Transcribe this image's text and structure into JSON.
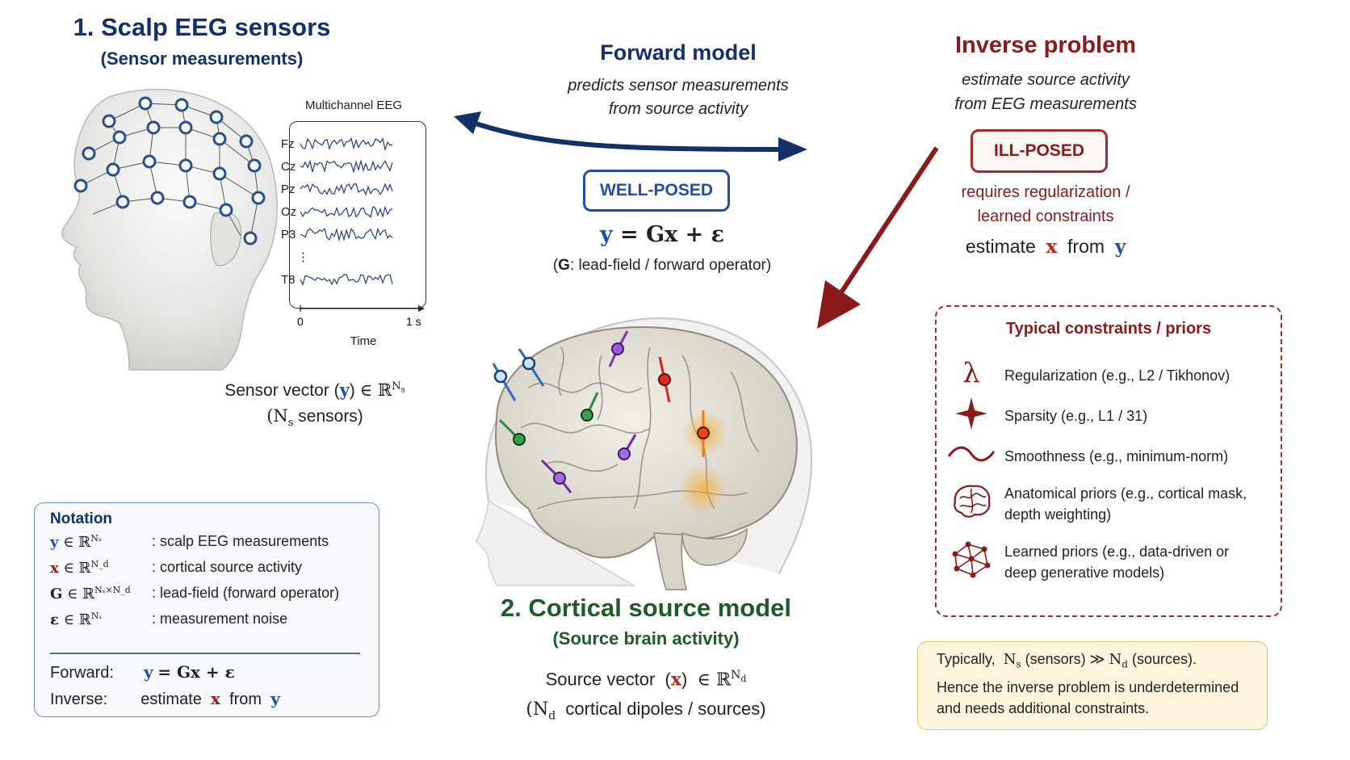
{
  "section1": {
    "title": "1. Scalp EEG sensors",
    "subtitle": "(Sensor measurements)"
  },
  "eeg": {
    "title": "Multichannel EEG",
    "channels": [
      "Fz",
      "Cz",
      "Pz",
      "Oz",
      "P3",
      "⋮",
      "T8"
    ],
    "axis_start": "0",
    "axis_end": "1 s",
    "axis_label": "Time"
  },
  "sensor_vector": {
    "label": "Sensor vector",
    "symbol": "y",
    "space": "∈ ℝ",
    "superscript": "N",
    "superscript_sub": "s",
    "count_prefix": "(N",
    "count_sub": "s",
    "count_suffix": "sensors)"
  },
  "forward": {
    "title": "Forward model",
    "desc_line1": "predicts sensor measurements",
    "desc_line2": "from source activity",
    "badge": "WELL-POSED",
    "equation_y": "y",
    "equation_rest": "= Gx + ε",
    "g_prefix": "(",
    "g_symbol": "G",
    "g_suffix": ": lead-field / forward operator)"
  },
  "inverse": {
    "title": "Inverse problem",
    "desc_line1": "estimate source activity",
    "desc_line2": "from EEG measurements",
    "badge": "ILL-POSED",
    "req_line1": "requires regularization /",
    "req_line2": "learned constraints",
    "est_word": "estimate",
    "est_x": "x",
    "est_from": "from",
    "est_y": "y"
  },
  "notation": {
    "title": "Notation",
    "rows": [
      {
        "sym": "y",
        "space": "∈ ℝ",
        "sup": "Nₛ",
        "desc": ": scalp EEG measurements"
      },
      {
        "sym": "x",
        "space": "∈ ℝ",
        "sup": "N_d",
        "desc": ": cortical source activity"
      },
      {
        "sym": "G",
        "space": "∈ ℝ",
        "sup": "Nₛ×N_d",
        "desc": ": lead-field (forward operator)"
      },
      {
        "sym": "ε",
        "space": "∈ ℝ",
        "sup": "Nₛ",
        "desc": ": measurement noise"
      }
    ],
    "forward_label": "Forward:",
    "forward_y": "y",
    "forward_eq": "= Gx + ε",
    "inverse_label": "Inverse:",
    "inverse_est": "estimate",
    "inverse_x": "x",
    "inverse_from": "from",
    "inverse_y": "y"
  },
  "section2": {
    "title": "2. Cortical source model",
    "subtitle": "(Source brain activity)",
    "vec_label": "Source vector",
    "vec_symbol": "x",
    "vec_space": "∈ ℝ",
    "vec_sup": "N",
    "vec_sup_sub": "d",
    "count_prefix": "(N",
    "count_sub": "d",
    "count_suffix": "cortical dipoles / sources)"
  },
  "constraints": {
    "title": "Typical constraints / priors",
    "items": [
      {
        "icon": "lambda-icon",
        "line1": "Regularization (e.g., L2 / Tikhonov)",
        "line2": ""
      },
      {
        "icon": "sparsity-star-icon",
        "line1": "Sparsity (e.g., L1 / 31)",
        "line2": ""
      },
      {
        "icon": "wave-icon",
        "line1": "Smoothness (e.g., minimum-norm)",
        "line2": ""
      },
      {
        "icon": "brain-icon",
        "line1": "Anatomical priors (e.g., cortical mask,",
        "line2": "depth weighting)"
      },
      {
        "icon": "network-icon",
        "line1": "Learned priors (e.g., data-driven or",
        "line2": "deep generative models)"
      }
    ]
  },
  "note": {
    "prefix": "Typically,",
    "ns": "N",
    "ns_sub": "s",
    "sensors": "(sensors) ≫",
    "nd": "N",
    "nd_sub": "d",
    "sources": "(sources).",
    "line2": "Hence the inverse problem is underdetermined",
    "line3": "and needs additional constraints."
  },
  "colors": {
    "navy": "#14306b",
    "accent_blue": "#1f4fa8",
    "dark_red": "#8b1a1a",
    "green": "#1f5a2a",
    "note_bg": "#fdf5dc"
  }
}
